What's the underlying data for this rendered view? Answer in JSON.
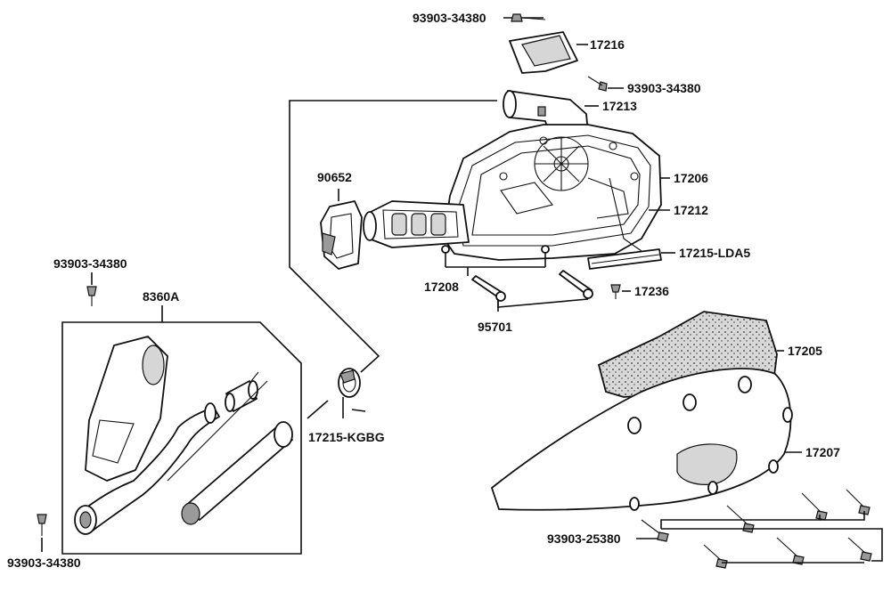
{
  "labels": {
    "p93903_34380_top": "93903-34380",
    "p17216": "17216",
    "p93903_34380_mid": "93903-34380",
    "p17213": "17213",
    "p90652": "90652",
    "p17206": "17206",
    "p17212": "17212",
    "p17215_lda5": "17215-LDA5",
    "p17208": "17208",
    "p17236": "17236",
    "p95701": "95701",
    "p93903_34380_left": "93903-34380",
    "p8360a": "8360A",
    "p17205": "17205",
    "p17215_kgbg": "17215-KGBG",
    "p17207": "17207",
    "p93903_25380": "93903-25380",
    "p93903_34380_bottom": "93903-34380"
  }
}
